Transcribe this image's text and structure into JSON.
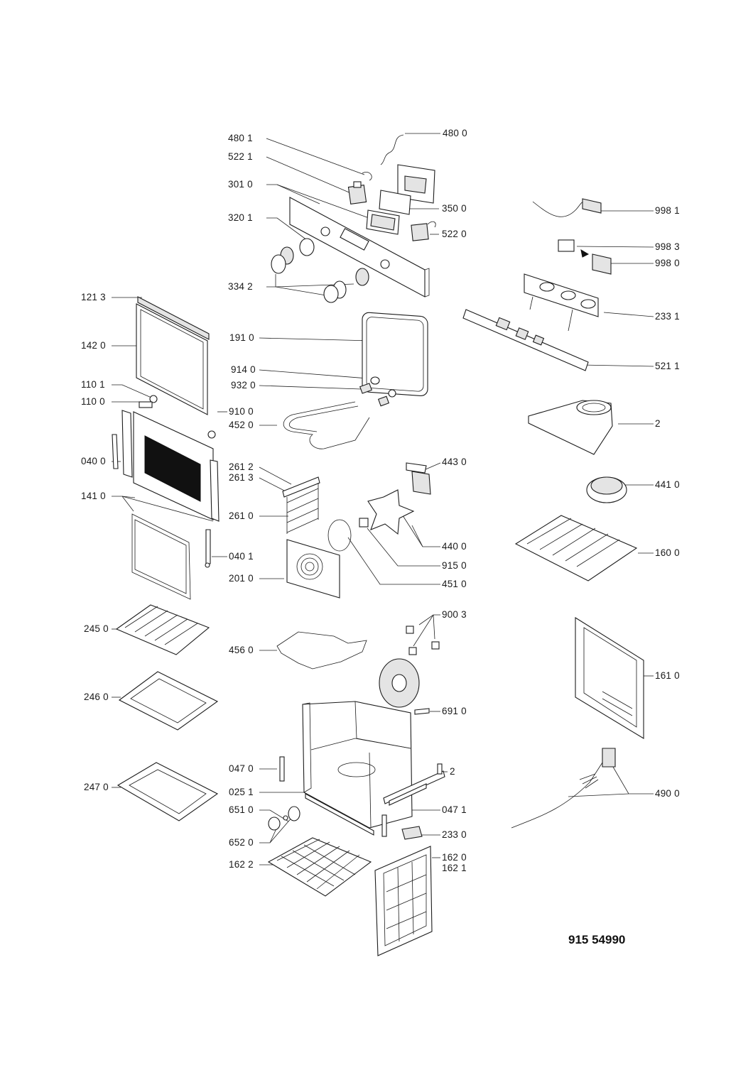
{
  "diagram": {
    "part_labels": [
      "480 1",
      "480 0",
      "522 1",
      "301 0",
      "350 0",
      "522 0",
      "320 1",
      "334 2",
      "998 1",
      "998 3",
      "998 0",
      "233 1",
      "521 1",
      "121 3",
      "142 0",
      "191 0",
      "914 0",
      "932 0",
      "110 1",
      "110 0",
      "910 0",
      "452 0",
      "2",
      "040 0",
      "261 2",
      "261 3",
      "443 0",
      "441 0",
      "141 0",
      "261 0",
      "440 0",
      "160 0",
      "040 1",
      "915 0",
      "201 0",
      "451 0",
      "900 3",
      "245 0",
      "456 0",
      "161 0",
      "246 0",
      "691 0",
      "047 0",
      "2",
      "247 0",
      "025 1",
      "490 0",
      "651 0",
      "047 1",
      "233 0",
      "652 0",
      "162 0",
      "162 2",
      "162 1"
    ],
    "reference_number": "915 54990"
  }
}
